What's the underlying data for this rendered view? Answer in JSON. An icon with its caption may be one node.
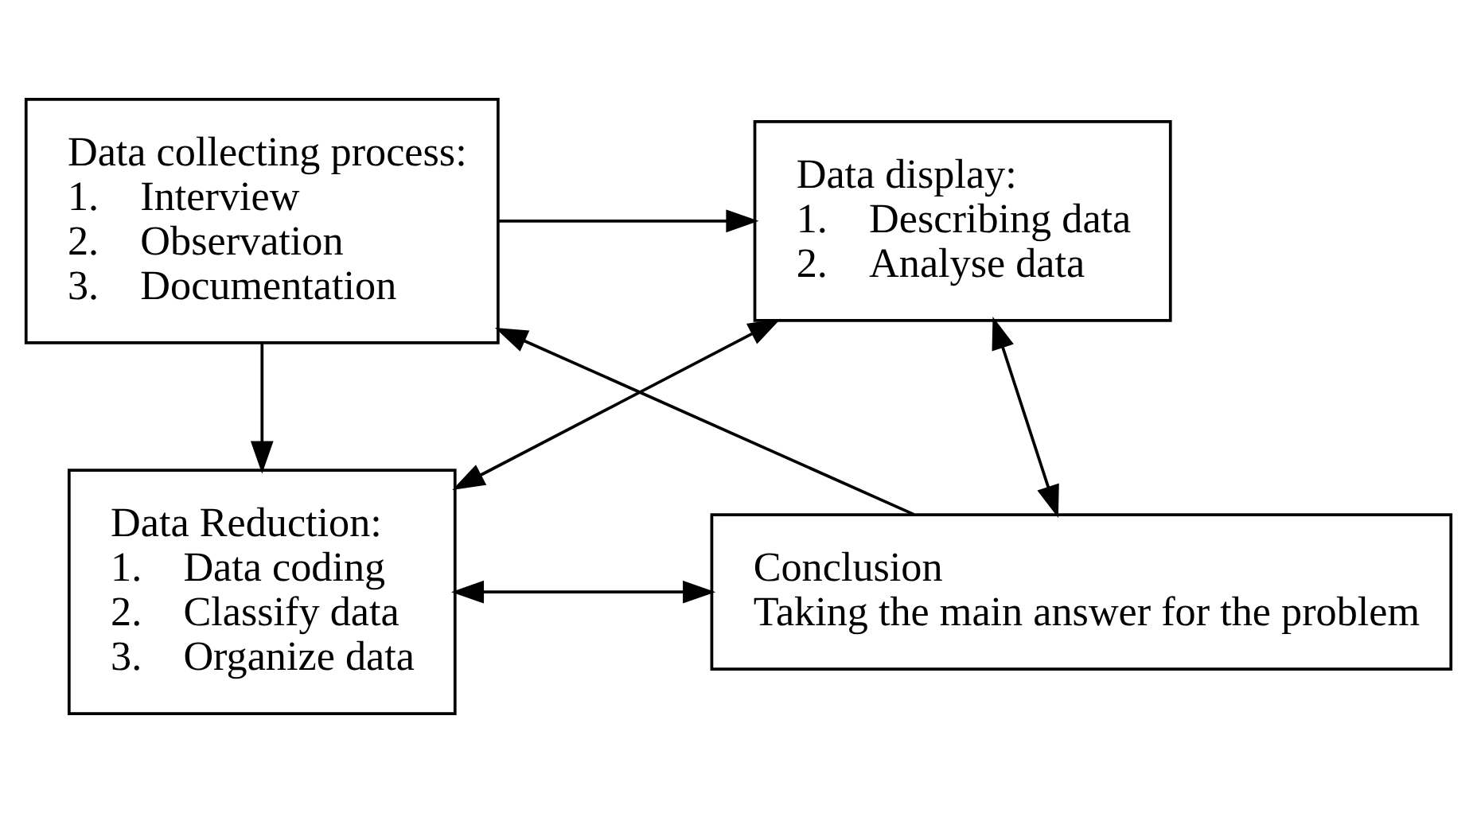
{
  "diagram": {
    "nodes": [
      {
        "text": [
          "Data collecting process:",
          "1.    Interview",
          "2.    Observation",
          "3.    Documentation"
        ]
      },
      {
        "text": [
          "Data display:",
          "1.    Describing data",
          "2.    Analyse data"
        ]
      },
      {
        "text": [
          "Data Reduction:",
          "1.    Data coding",
          "2.    Classify data",
          "3.    Organize data"
        ]
      },
      {
        "text": [
          "Conclusion",
          "Taking the main answer for the problem"
        ]
      }
    ],
    "edges": [
      {
        "from": 0,
        "to": 1,
        "arrow": "to"
      },
      {
        "from": 0,
        "to": 2,
        "arrow": "to"
      },
      {
        "from": 1,
        "to": 2,
        "arrow": "both"
      },
      {
        "from": 1,
        "to": 3,
        "arrow": "both"
      },
      {
        "from": 2,
        "to": 3,
        "arrow": "both"
      },
      {
        "from": 3,
        "to": 0,
        "arrow": "to"
      }
    ]
  }
}
